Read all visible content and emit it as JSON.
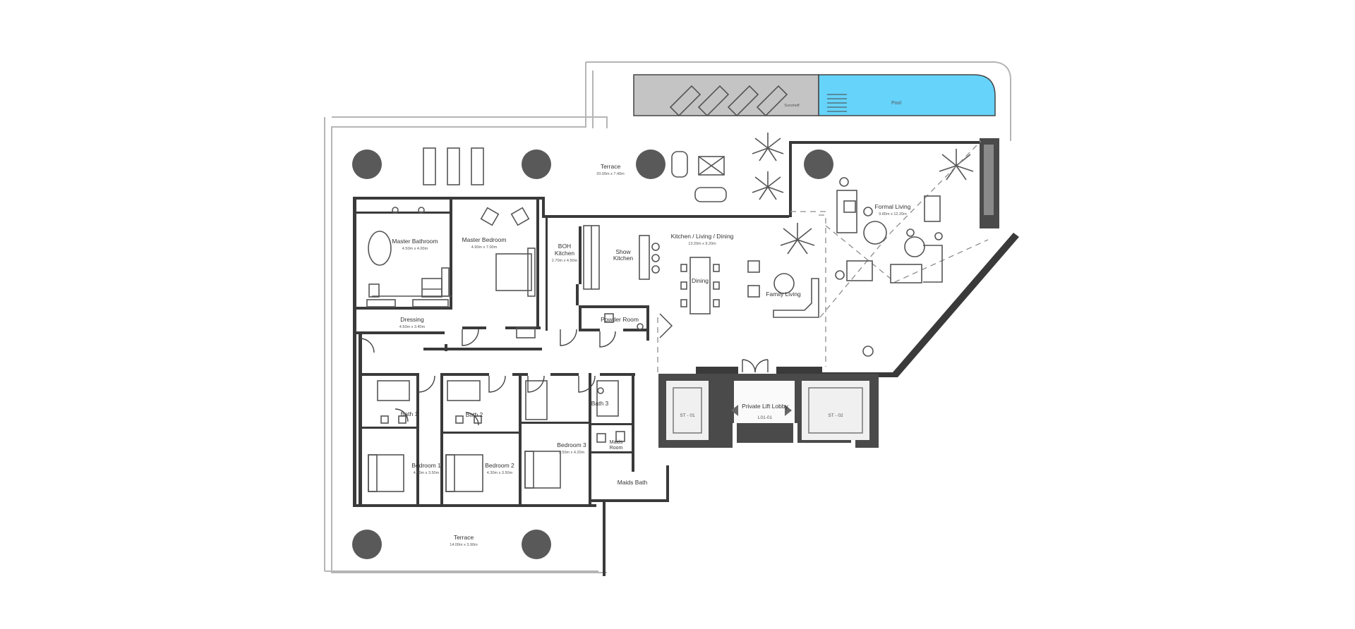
{
  "colors": {
    "pool": "#66d3fa",
    "sunshelf": "#c4c4c4",
    "wall": "#3a3a3a",
    "column": "#595959"
  },
  "rooms": {
    "terrace_top": {
      "name": "Terrace",
      "dims": "20.00m x 7.40m"
    },
    "sunshelf": {
      "name": "Sunshelf"
    },
    "pool": {
      "name": "Pool"
    },
    "formal_living": {
      "name": "Formal Living",
      "dims": "9.80m x 12.20m"
    },
    "master_bathroom": {
      "name": "Master Bathroom",
      "dims": "4.50m x 4.00m"
    },
    "master_bedroom": {
      "name": "Master Bedroom",
      "dims": "4.90m x 7.00m"
    },
    "boh_kitchen": {
      "name1": "BOH",
      "name2": "Kitchen",
      "dims": "2.70m x 4.50m"
    },
    "show_kitchen": {
      "name1": "Show",
      "name2": "Kitchen"
    },
    "kitchen_living_dining": {
      "name": "Kitchen / Living / Dining",
      "dims": "13.20m x 9.20m"
    },
    "dining": {
      "name": "Dining"
    },
    "family_living": {
      "name": "Family Living"
    },
    "dressing": {
      "name": "Dressing",
      "dims": "4.50m x 3.40m"
    },
    "powder_room": {
      "name": "Powder Room"
    },
    "bath_1": {
      "name": "Bath 1"
    },
    "bath_2": {
      "name": "Bath 2"
    },
    "bath_3": {
      "name": "Bath 3"
    },
    "maids_room": {
      "name1": "Maids",
      "name2": "Room"
    },
    "maids_bath": {
      "name": "Maids Bath"
    },
    "bedroom_1": {
      "name": "Bedroom 1",
      "dims": "4.00m x 3.50m"
    },
    "bedroom_2": {
      "name": "Bedroom 2",
      "dims": "4.30m x 3.50m"
    },
    "bedroom_3": {
      "name": "Bedroom 3",
      "dims": "3.50m x 4.20m"
    },
    "private_lift_lobby": {
      "name": "Private Lift Lobby",
      "code": "L01-01"
    },
    "stair_1": {
      "name": "ST - 01"
    },
    "stair_2": {
      "name": "ST - 02"
    },
    "terrace_bottom": {
      "name": "Terrace",
      "dims": "14.00m x 3.90m"
    }
  }
}
